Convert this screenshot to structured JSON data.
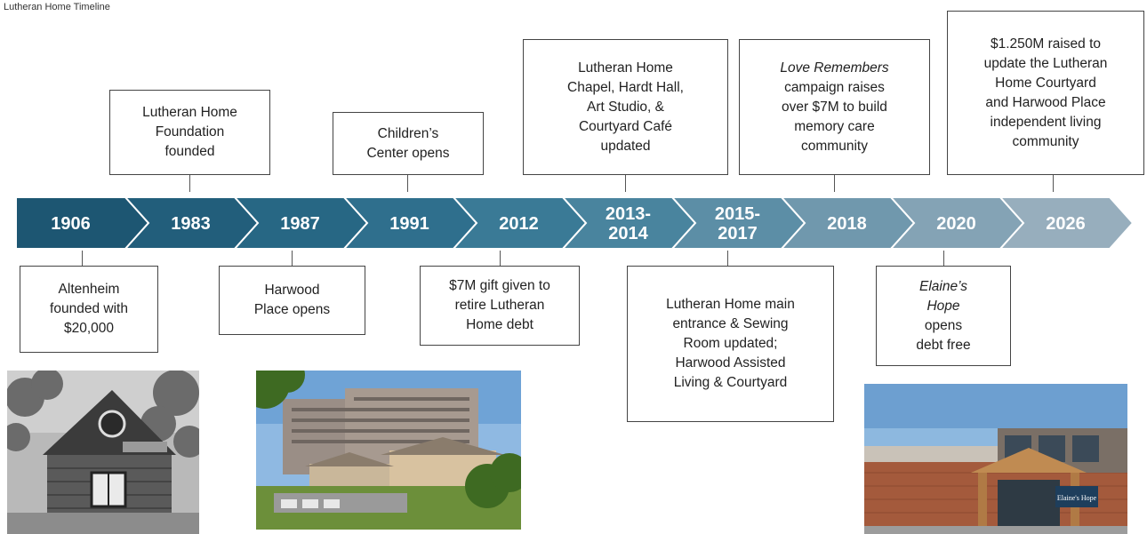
{
  "page_label": "Lutheran Home Timeline",
  "timeline": [
    {
      "label": "1906",
      "color": "#1d5672"
    },
    {
      "label": "1983",
      "color": "#225e7b"
    },
    {
      "label": "1987",
      "color": "#276784"
    },
    {
      "label": "1991",
      "color": "#2f6f8d"
    },
    {
      "label": "2012",
      "color": "#3a7a96"
    },
    {
      "label": "2013-\n2014",
      "color": "#49849e"
    },
    {
      "label": "2015-\n2017",
      "color": "#5c8ea6"
    },
    {
      "label": "2018",
      "color": "#7098ad"
    },
    {
      "label": "2020",
      "color": "#84a3b5"
    },
    {
      "label": "2026",
      "color": "#97aebd"
    }
  ],
  "events_above": {
    "e1983": {
      "l1": "Lutheran Home",
      "l2": "Foundation",
      "l3": "founded"
    },
    "e1991": {
      "l1": "Children’s",
      "l2": "Center opens"
    },
    "e2013": {
      "l1": "Lutheran Home",
      "l2": "Chapel, Hardt Hall,",
      "l3": "Art Studio, &",
      "l4": "Courtyard Café",
      "l5": "updated"
    },
    "e2018": {
      "l1a": "Love Remembers",
      "l1b": "",
      "l2": "campaign raises",
      "l3": "over $7M to build",
      "l4": "memory care",
      "l5": "community"
    },
    "e2026": {
      "l1": "$1.250M raised to",
      "l2": "update the Lutheran",
      "l3": "Home Courtyard",
      "l4": "and Harwood Place",
      "l5": "independent living",
      "l6": "community"
    }
  },
  "events_below": {
    "e1906": {
      "l1": "Altenheim",
      "l2": "founded with",
      "l3": "$20,000"
    },
    "e1987": {
      "l1": "Harwood",
      "l2": "Place opens"
    },
    "e2012": {
      "l1": "$7M gift given to",
      "l2": "retire Lutheran",
      "l3": "Home debt"
    },
    "e2015": {
      "l1": "Lutheran Home main",
      "l2": "entrance & Sewing",
      "l3": "Room updated;",
      "l4": "Harwood Assisted",
      "l5": "Living & Courtyard"
    },
    "e2020": {
      "l1a": "Elaine’s",
      "l2a": "Hope",
      "l2b": " opens",
      "l3": "debt free"
    }
  },
  "photos": {
    "p1": {
      "icon": "historic-house-photo"
    },
    "p2": {
      "icon": "campus-buildings-photo"
    },
    "p3": {
      "icon": "elaines-hope-building-photo",
      "sign": "Elaine's Hope"
    }
  }
}
